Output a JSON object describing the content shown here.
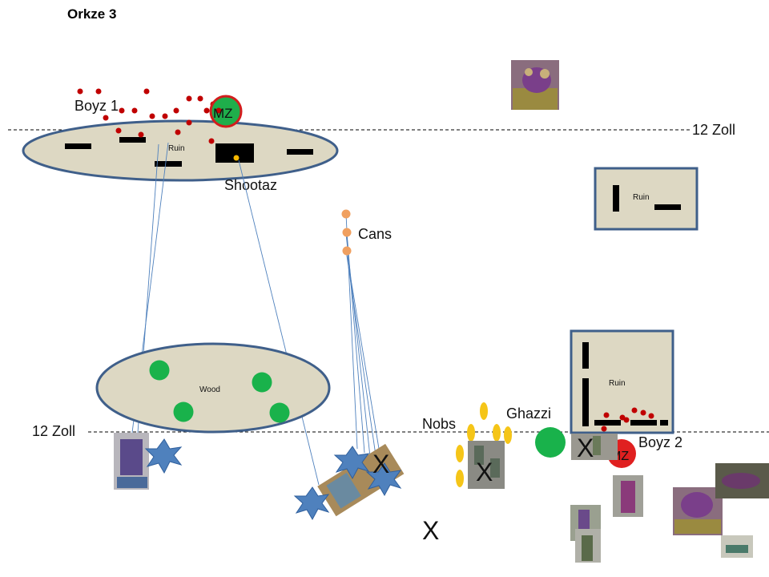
{
  "page": {
    "title": "Orkze 3"
  },
  "lines": {
    "top_range_label": "12  Zoll",
    "bottom_range_label": "12 Zoll"
  },
  "terrain": {
    "ruin_top_left": "Ruin",
    "ruin_right_top": "Ruin",
    "ruin_right_bottom": "Ruin",
    "wood": "Wood"
  },
  "units": {
    "boyz1": "Boyz 1",
    "boyz1_mz": "MZ",
    "shootaz": "Shootaz",
    "cans": "Cans",
    "nobs": "Nobs",
    "ghazzi": "Ghazzi",
    "boyz2": "Boyz 2",
    "boyz2_mz": "MZ"
  },
  "markers": {
    "destroyed": "X"
  },
  "colors": {
    "terrain_fill": "#ddd8c3",
    "terrain_stroke": "#3f5f8a",
    "ork_red": "#c00000",
    "ork_green": "#1fae4b",
    "blast_blue": "#4f81bd",
    "cans_orange": "#f0a060",
    "nobs_yellow": "#f5c518",
    "x_red": "#ee2222"
  }
}
